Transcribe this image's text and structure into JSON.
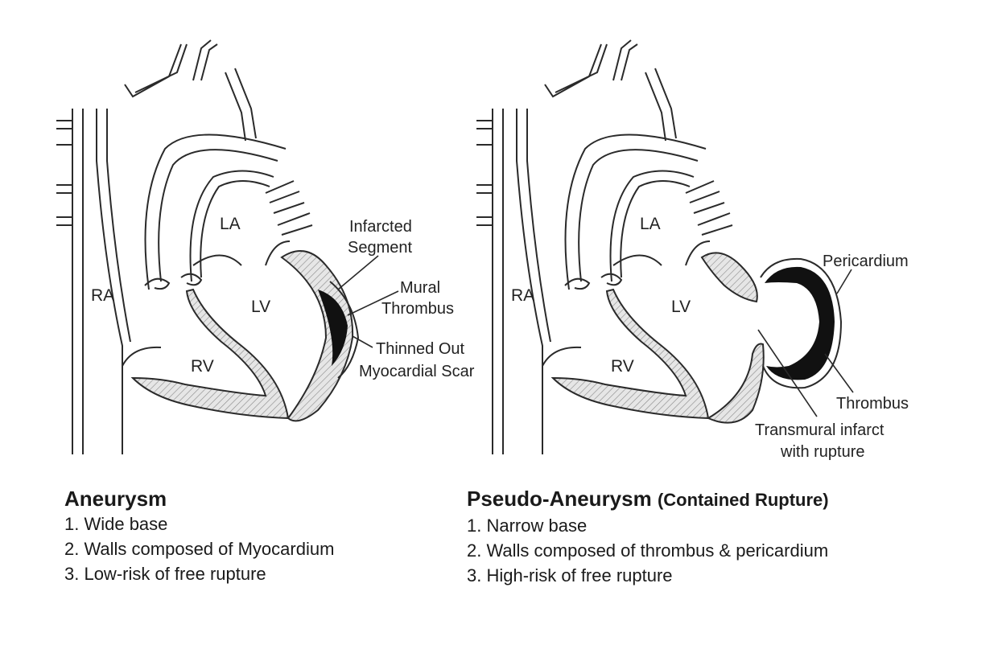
{
  "left_panel": {
    "chambers": {
      "ra": "RA",
      "la": "LA",
      "lv": "LV",
      "rv": "RV"
    },
    "annotations": {
      "infarcted_1": "Infarcted",
      "infarcted_2": "Segment",
      "mural_1": "Mural",
      "mural_2": "Thrombus",
      "scar_1": "Thinned Out",
      "scar_2": "Myocardial Scar"
    },
    "caption": {
      "title": "Aneurysm",
      "items": [
        "1. Wide base",
        "2. Walls composed of Myocardium",
        "3. Low-risk of free rupture"
      ]
    }
  },
  "right_panel": {
    "chambers": {
      "ra": "RA",
      "la": "LA",
      "lv": "LV",
      "rv": "RV"
    },
    "annotations": {
      "pericardium": "Pericardium",
      "thrombus": "Thrombus",
      "transmural_1": "Transmural infarct",
      "transmural_2": "with rupture"
    },
    "caption": {
      "title": "Pseudo-Aneurysm",
      "subtitle": "(Contained Rupture)",
      "items": [
        "1. Narrow base",
        "2. Walls composed of thrombus & pericardium",
        "3. High-risk of free rupture"
      ]
    }
  },
  "colors": {
    "line": "#2a2a2a",
    "myocardium_fill": "#e4e4e4",
    "thrombus_fill": "#111111",
    "background": "#ffffff"
  }
}
